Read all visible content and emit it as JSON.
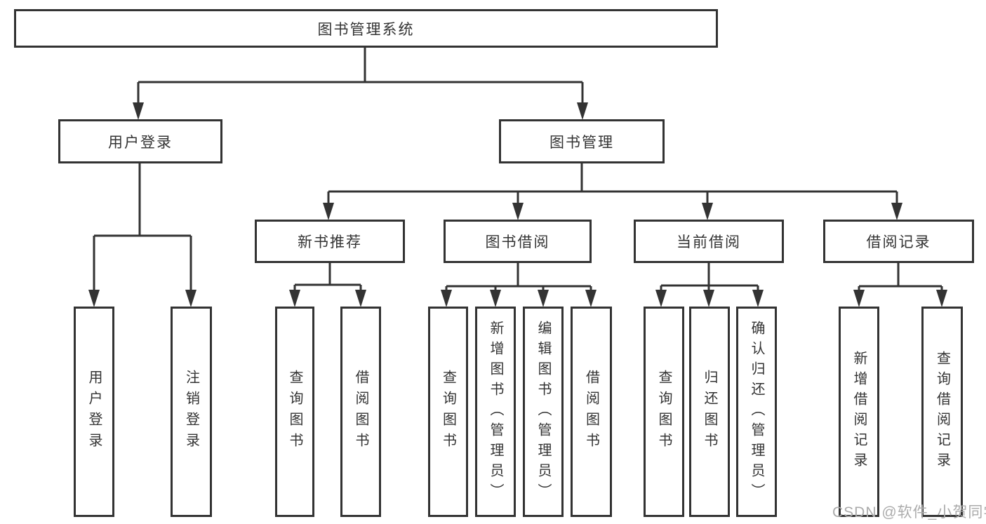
{
  "diagram": {
    "root": {
      "label": "图书管理系统"
    },
    "level2": [
      {
        "label": "用户登录"
      },
      {
        "label": "图书管理"
      }
    ],
    "level3": [
      {
        "label": "新书推荐"
      },
      {
        "label": "图书借阅"
      },
      {
        "label": "当前借阅"
      },
      {
        "label": "借阅记录"
      }
    ],
    "leaves": {
      "user_login": [
        "用户登录",
        "注销登录"
      ],
      "new_books": [
        "查询图书",
        "借阅图书"
      ],
      "book_borrow": [
        "查询图书",
        "新增图书（管理员）",
        "编辑图书（管理员）",
        "借阅图书"
      ],
      "current_borrow": [
        "查询图书",
        "归还图书",
        "确认归还（管理员）"
      ],
      "borrow_records": [
        "新增借阅记录",
        "查询借阅记录"
      ]
    },
    "colors": {
      "line": "#333333",
      "box_border": "#333333",
      "text": "#333333",
      "background": "#ffffff",
      "watermark": "#ababab"
    }
  },
  "watermark": {
    "text": "CSDN @软件_小贺同学"
  }
}
